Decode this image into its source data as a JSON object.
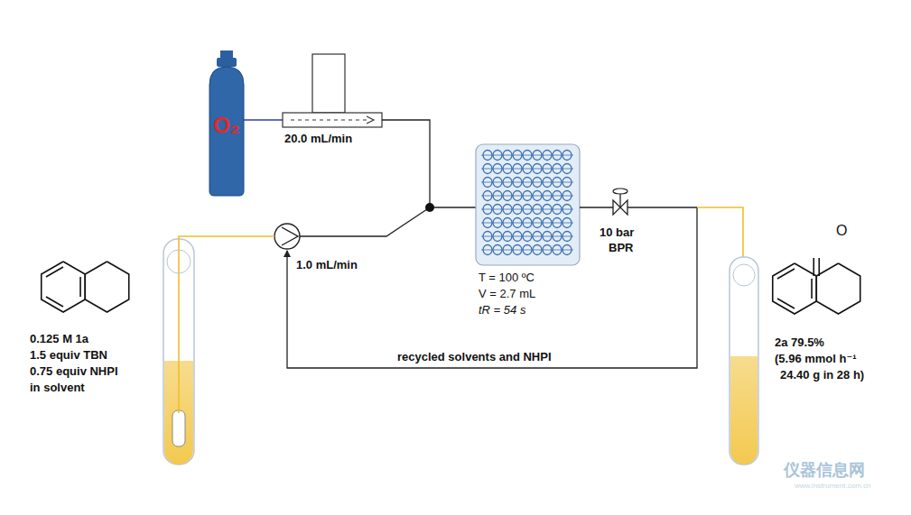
{
  "diagram": {
    "nodes": [
      {
        "text": [
          "O₂"
        ]
      }
    ],
    "labels": [
      "20.0 mL/min",
      "1.0 mL/min",
      "0.125 M 1a",
      "1.5 equiv TBN",
      "0.75 equiv NHPI",
      "in solvent",
      "T = 100 ºC",
      "V = 2.7 mL",
      "tR = 54 s",
      "10 bar",
      "BPR",
      "recycled solvents and NHPI",
      "O",
      "2a 79.5%",
      "(5.96 mmol h⁻¹",
      "24.40 g in 28 h)",
      "仪器信息网",
      "www.instrument.com.cn"
    ]
  }
}
